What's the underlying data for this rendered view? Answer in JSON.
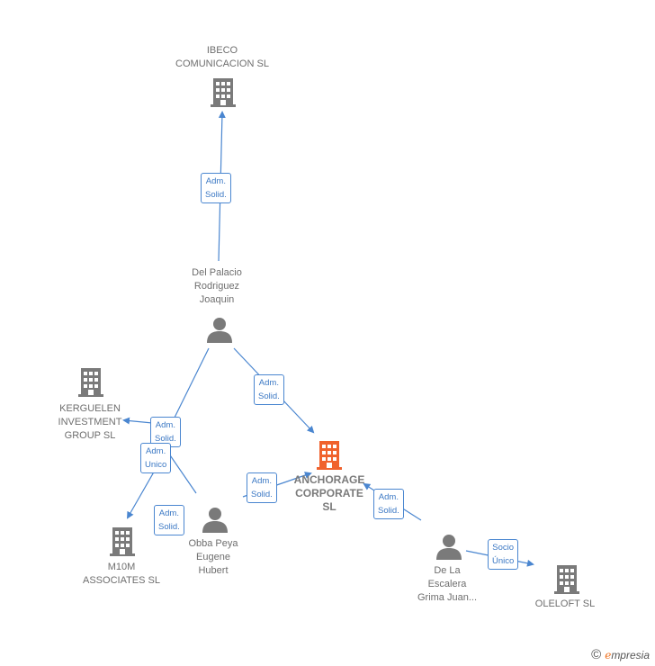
{
  "nodes": {
    "ibeco": {
      "label": "IBECO\nCOMUNICACION SL",
      "type": "company"
    },
    "del_palacio": {
      "label": "Del Palacio\nRodriguez\nJoaquin",
      "type": "person"
    },
    "kerguelen": {
      "label": "KERGUELEN\nINVESTMENT\nGROUP SL",
      "type": "company"
    },
    "anchorage": {
      "label": "ANCHORAGE\nCORPORATE\nSL",
      "type": "company-focus"
    },
    "m10m": {
      "label": "M10M\nASSOCIATES SL",
      "type": "company"
    },
    "obba": {
      "label": "Obba Peya\nEugene\nHubert",
      "type": "person"
    },
    "de_la_escalera": {
      "label": "De La\nEscalera\nGrima Juan...",
      "type": "person"
    },
    "oleloft": {
      "label": "OLELOFT SL",
      "type": "company"
    }
  },
  "badges": {
    "b1": "Adm.\nSolid.",
    "b2": "Adm.\nSolid.",
    "b3": "Adm.\nSolid.",
    "b4": "Adm.\nUnico",
    "b5": "Adm.\nSolid.",
    "b6": "Adm.\nSolid.",
    "b7": "Adm.\nSolid.",
    "b8": "Socio\nÚnico"
  },
  "colors": {
    "edge": "#4a86d0",
    "icon": "#7a7a7a",
    "focus": "#f0622d"
  },
  "footer": {
    "copyright": "©",
    "brand_initial": "e",
    "brand_rest": "mpresia"
  }
}
